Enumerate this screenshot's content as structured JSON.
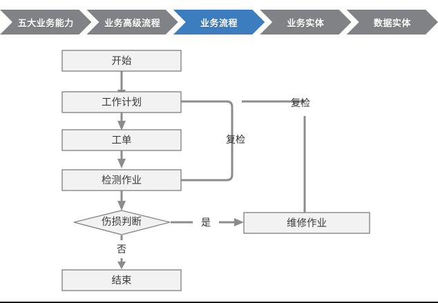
{
  "breadcrumb": {
    "colors": {
      "inactive": "#808285",
      "active": "#3c7dc0",
      "text": "#ffffff"
    },
    "items": [
      {
        "label": "五大业务能力",
        "active": false
      },
      {
        "label": "业务高级流程",
        "active": false
      },
      {
        "label": "业务流程",
        "active": true
      },
      {
        "label": "业务实体",
        "active": false
      },
      {
        "label": "数据实体",
        "active": false
      }
    ]
  },
  "flowchart": {
    "type": "flowchart",
    "colors": {
      "node_fill": "#f2f2f2",
      "node_border": "#858585",
      "connector": "#8c8c8c",
      "label_text": "#3a3a3a"
    },
    "nodes": [
      {
        "id": "start",
        "label": "开始",
        "shape": "rect"
      },
      {
        "id": "plan",
        "label": "工作计划",
        "shape": "rect"
      },
      {
        "id": "order",
        "label": "工单",
        "shape": "rect"
      },
      {
        "id": "inspect",
        "label": "检测作业",
        "shape": "rect"
      },
      {
        "id": "judge",
        "label": "伤损判断",
        "shape": "diamond"
      },
      {
        "id": "repair",
        "label": "维修作业",
        "shape": "rect"
      },
      {
        "id": "end",
        "label": "结束",
        "shape": "rect"
      }
    ],
    "edge_labels": {
      "yes": "是",
      "no": "否",
      "recheck_inner": "复检",
      "recheck_outer": "复检"
    },
    "edges": [
      {
        "from": "start",
        "to": "plan",
        "label": ""
      },
      {
        "from": "plan",
        "to": "order",
        "label": ""
      },
      {
        "from": "order",
        "to": "inspect",
        "label": ""
      },
      {
        "from": "inspect",
        "to": "judge",
        "label": ""
      },
      {
        "from": "judge",
        "to": "repair",
        "label": "是"
      },
      {
        "from": "judge",
        "to": "end",
        "label": "否"
      },
      {
        "from": "inspect",
        "to": "plan",
        "label": "复检"
      },
      {
        "from": "repair",
        "to": "plan",
        "label": "复检"
      }
    ]
  }
}
